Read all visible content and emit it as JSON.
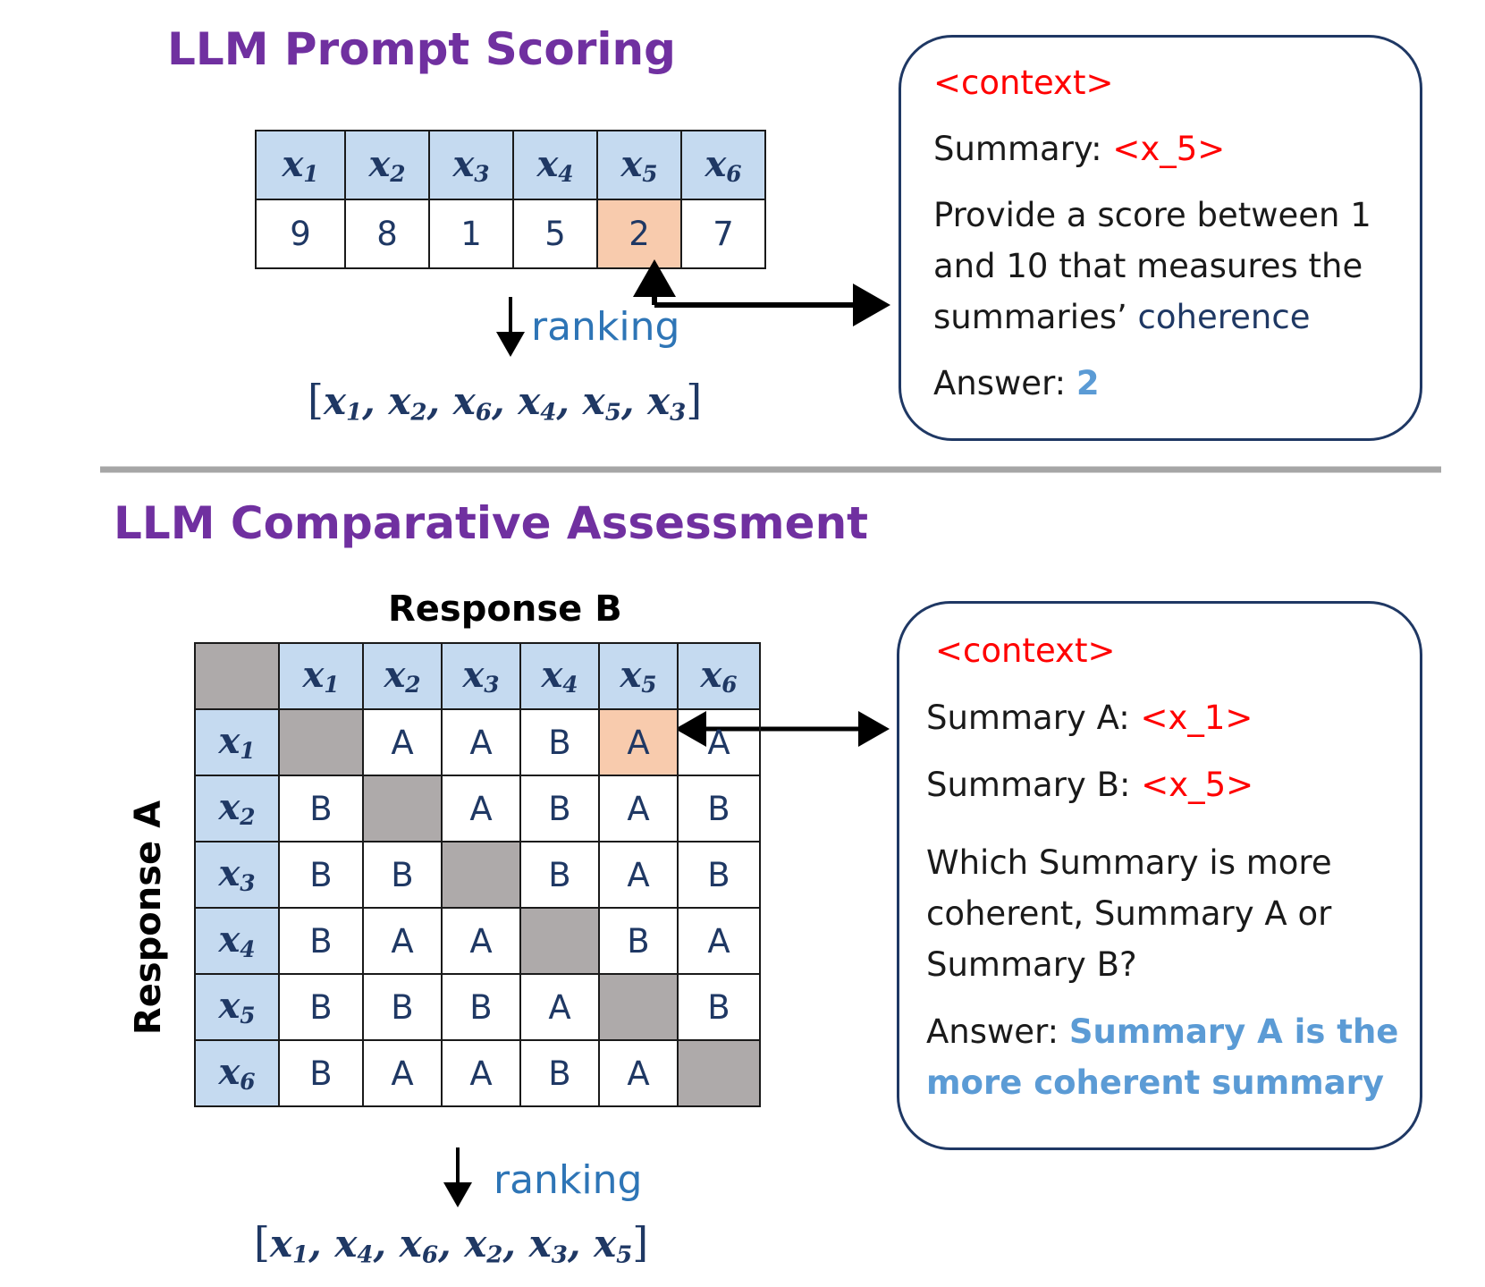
{
  "top": {
    "title": "LLM Prompt Scoring",
    "headers": [
      "x_1",
      "x_2",
      "x_3",
      "x_4",
      "x_5",
      "x_6"
    ],
    "scores": [
      "9",
      "8",
      "1",
      "5",
      "2",
      "7"
    ],
    "highlight_index": 4,
    "ranking_label": "ranking",
    "ranking": [
      "x_1",
      "x_2",
      "x_6",
      "x_4",
      "x_5",
      "x_3"
    ],
    "box": {
      "context": "<context>",
      "summary_label": "Summary: ",
      "summary_value": "<x_5>",
      "prompt_line1": "Provide a score between 1",
      "prompt_line2": "and 10 that measures the",
      "prompt_line3": "summaries’ ",
      "prompt_keyword": "coherence",
      "answer_label": "Answer: ",
      "answer_value": "2"
    }
  },
  "bottom": {
    "title": "LLM Comparative Assessment",
    "col_axis_label": "Response B",
    "row_axis_label": "Response A",
    "headers": [
      "x_1",
      "x_2",
      "x_3",
      "x_4",
      "x_5",
      "x_6"
    ],
    "matrix": [
      [
        "",
        "A",
        "A",
        "B",
        "A",
        "A"
      ],
      [
        "B",
        "",
        "A",
        "B",
        "A",
        "B"
      ],
      [
        "B",
        "B",
        "",
        "B",
        "A",
        "B"
      ],
      [
        "B",
        "A",
        "A",
        "",
        "B",
        "A"
      ],
      [
        "B",
        "B",
        "B",
        "A",
        "",
        "B"
      ],
      [
        "B",
        "A",
        "A",
        "B",
        "A",
        ""
      ]
    ],
    "highlight_cell": [
      0,
      4
    ],
    "ranking_label": "ranking",
    "ranking": [
      "x_1",
      "x_4",
      "x_6",
      "x_2",
      "x_3",
      "x_5"
    ],
    "box": {
      "context": "<context>",
      "summary_a_label": "Summary A: ",
      "summary_a_value": "<x_1>",
      "summary_b_label": "Summary B: ",
      "summary_b_value": "<x_5>",
      "question_line1": "Which Summary is more",
      "question_line2": "coherent, Summary A or",
      "question_line3": "Summary B?",
      "answer_label": "Answer: ",
      "answer_line1": "Summary A is the",
      "answer_line2": "more coherent summary"
    }
  },
  "colors": {
    "title": "#7030a0",
    "header_fill": "#c5daf0",
    "highlight_fill": "#f8cbad",
    "diagonal_fill": "#aeaaaa",
    "red": "#ff0000",
    "answer_blue": "#5b9bd5"
  }
}
